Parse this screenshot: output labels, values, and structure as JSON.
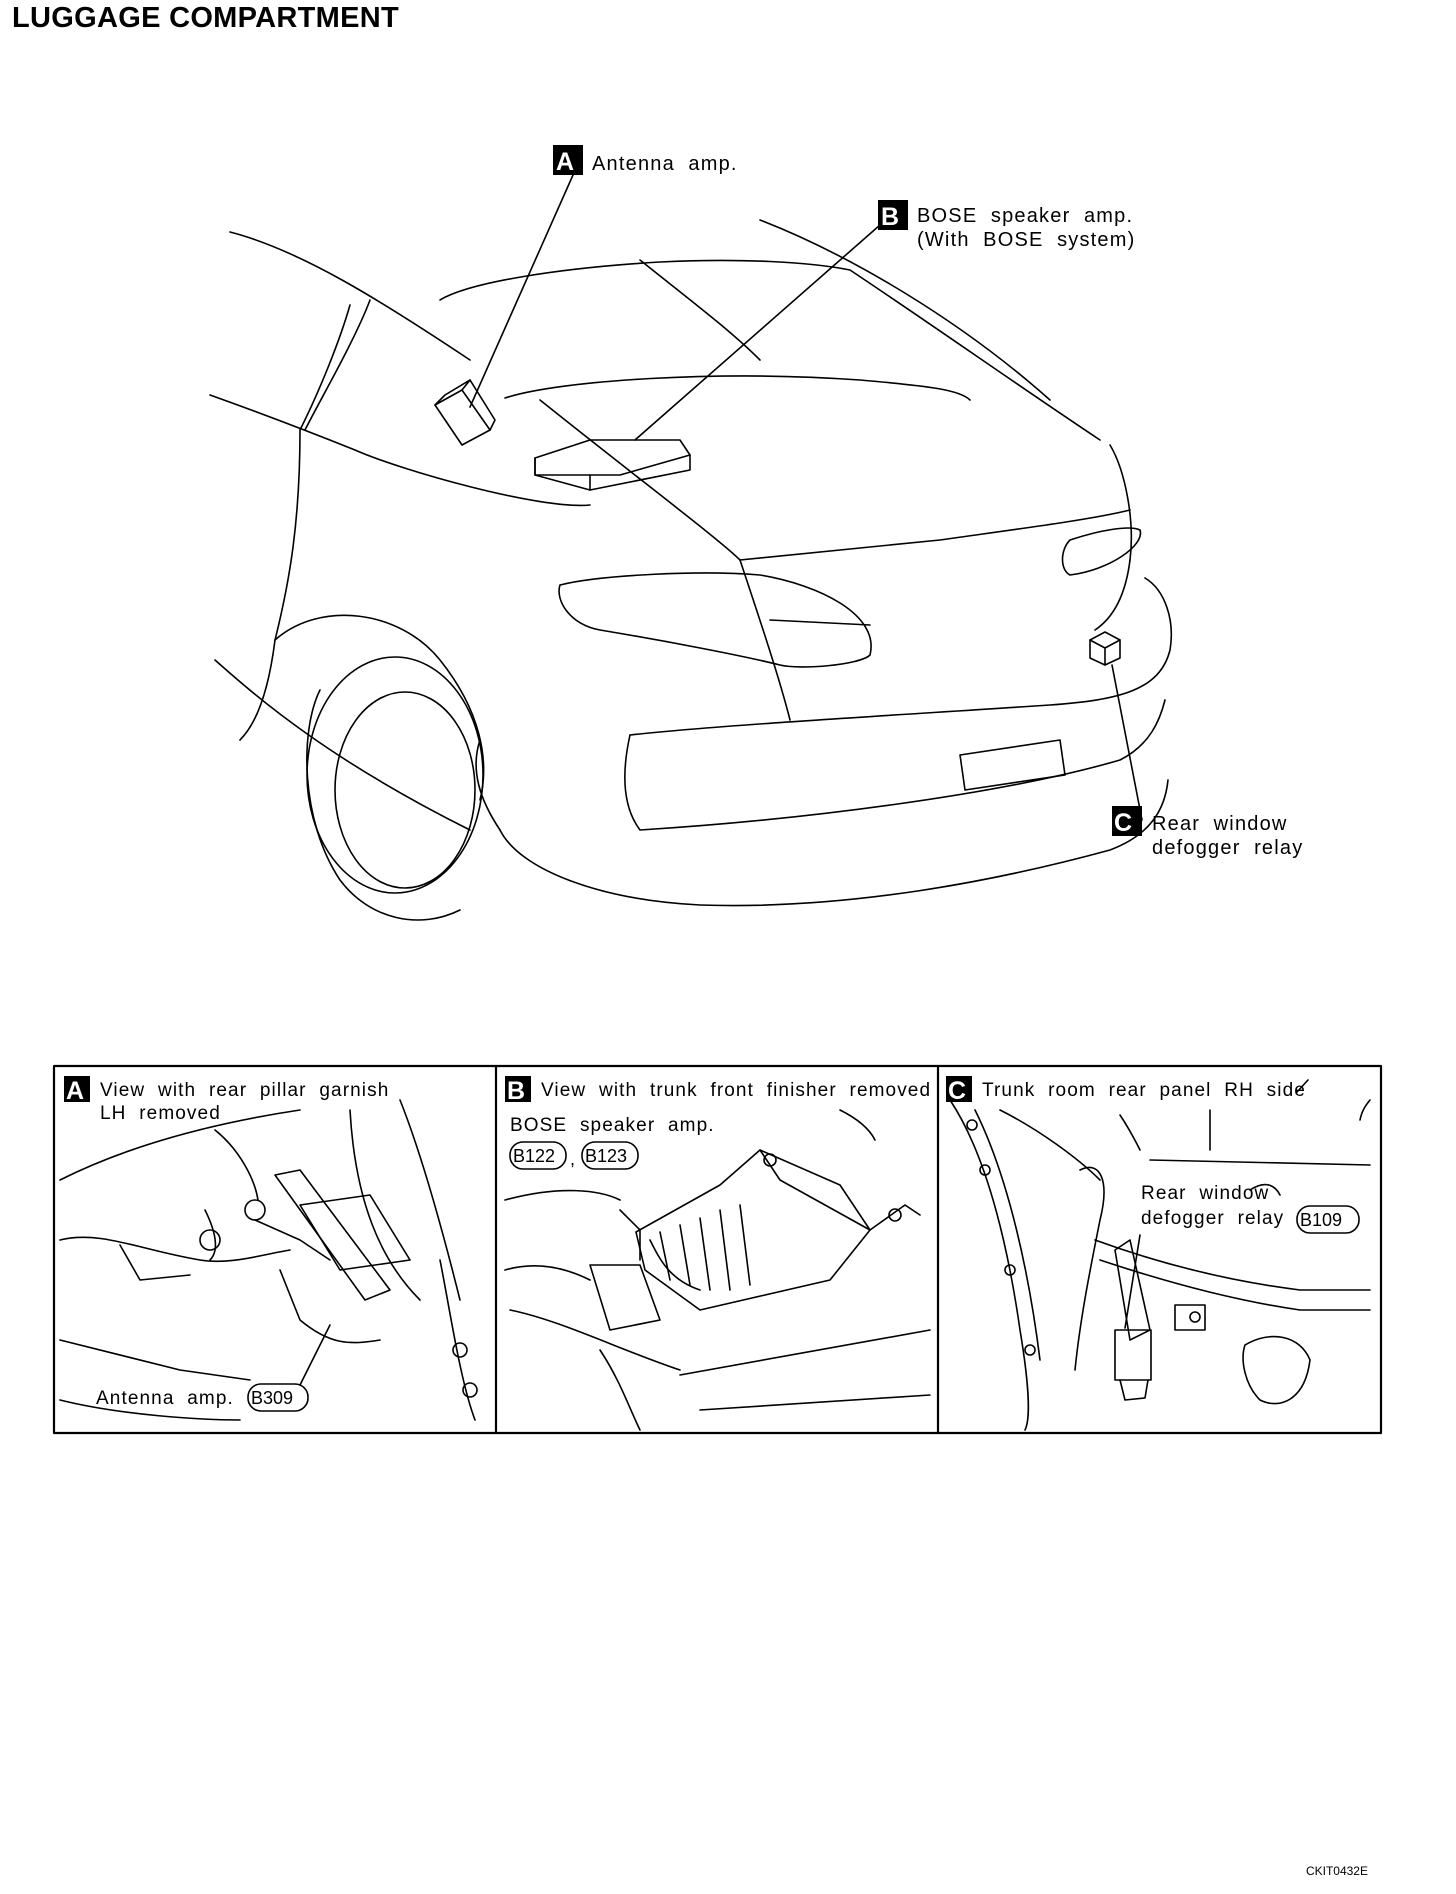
{
  "page_title": "LUGGAGE COMPARTMENT",
  "figure_id": "CKIT0432E",
  "overview": {
    "callouts": [
      {
        "letter": "A",
        "lines": [
          "Antenna  amp."
        ]
      },
      {
        "letter": "B",
        "lines": [
          "BOSE  speaker  amp.",
          "(With  BOSE  system)"
        ]
      },
      {
        "letter": "C",
        "lines": [
          "Rear  window",
          "defogger  relay"
        ]
      }
    ]
  },
  "panels": [
    {
      "letter": "A",
      "title_lines": [
        "View  with  rear  pillar  garnish",
        "LH  removed"
      ],
      "component": "Antenna  amp.",
      "connectors": [
        "B309"
      ]
    },
    {
      "letter": "B",
      "title_lines": [
        "View  with  trunk  front  finisher  removed"
      ],
      "component": "BOSE  speaker  amp.",
      "connectors": [
        "B122",
        "B123"
      ],
      "separator": ","
    },
    {
      "letter": "C",
      "title_lines": [
        "Trunk  room  rear  panel  RH  side"
      ],
      "component_lines": [
        "Rear  window",
        "defogger  relay"
      ],
      "connectors": [
        "B109"
      ]
    }
  ]
}
